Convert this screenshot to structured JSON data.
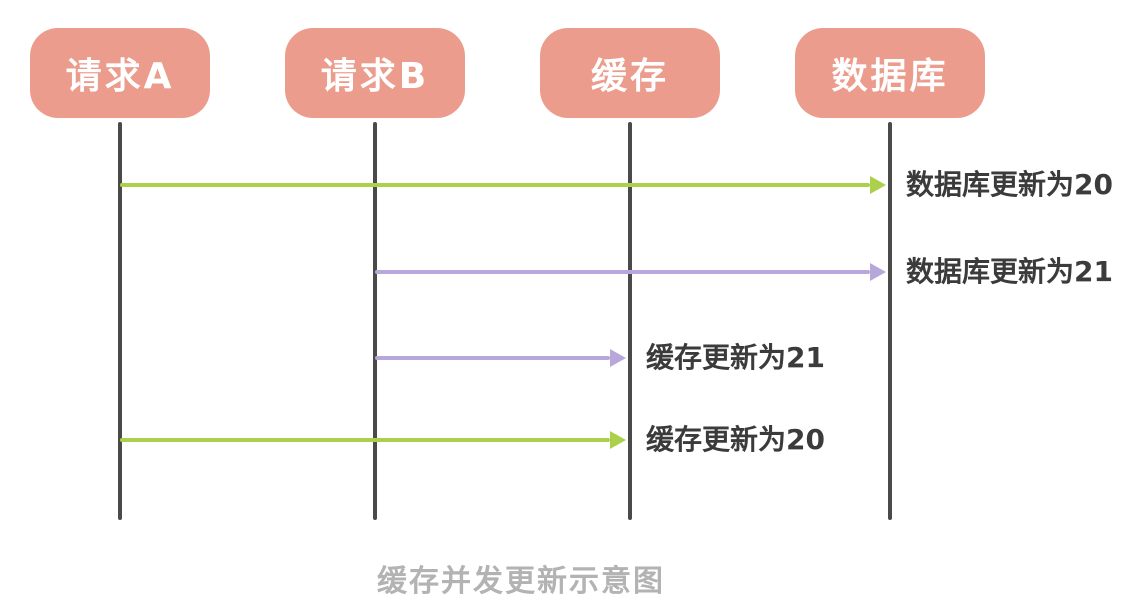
{
  "caption": "缓存并发更新示意图",
  "colors": {
    "background": "#ffffff",
    "actor_fill": "#ec9c8c",
    "actor_text": "#ffffff",
    "lifeline": "#4a4a4a",
    "green": "#abd14c",
    "purple": "#b7a7da",
    "label_text": "#3b3b3b",
    "caption_text": "#b3b3b3"
  },
  "actors": [
    {
      "id": "request-a",
      "label": "请求A"
    },
    {
      "id": "request-b",
      "label": "请求B"
    },
    {
      "id": "cache",
      "label": "缓存"
    },
    {
      "id": "database",
      "label": "数据库"
    }
  ],
  "messages": [
    {
      "from": "request-a",
      "to": "database",
      "color": "green",
      "label": "数据库更新为20"
    },
    {
      "from": "request-b",
      "to": "database",
      "color": "purple",
      "label": "数据库更新为21"
    },
    {
      "from": "request-b",
      "to": "cache",
      "color": "purple",
      "label": "缓存更新为21"
    },
    {
      "from": "request-a",
      "to": "cache",
      "color": "green",
      "label": "缓存更新为20"
    }
  ]
}
